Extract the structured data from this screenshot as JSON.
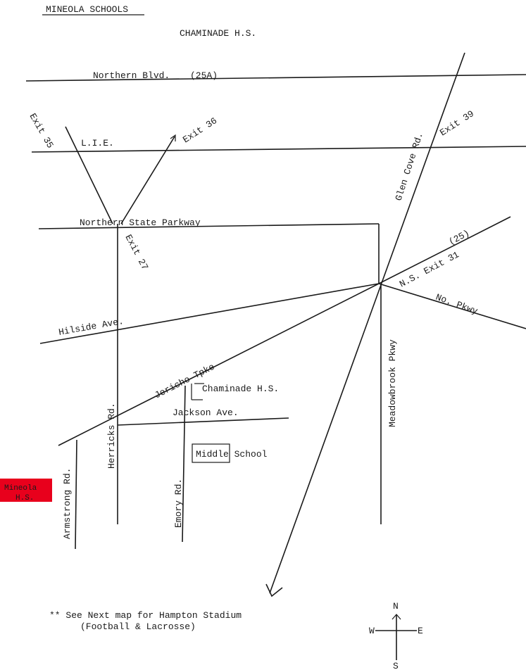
{
  "header": {
    "district": "MINEOLA SCHOOLS",
    "subtitle": "CHAMINADE H.S."
  },
  "roads": {
    "northern_blvd": "Northern Blvd.",
    "route_25a": "(25A)",
    "lie": "L.I.E.",
    "exit_35": "Exit 35",
    "exit_36": "Exit 36",
    "northern_state_parkway": "Northern State Parkway",
    "exit_27": "Exit 27",
    "glen_cove_rd": "Glen Cove Rd.",
    "exit_39": "Exit 39",
    "route_25": "(25)",
    "ns_exit_31": "N.S. Exit 31",
    "no_pkwy": "No. Pkwy",
    "hillside_ave": "Hilside Ave.",
    "jericho_tpke": "Jericho Tpke",
    "jackson_ave": "Jackson Ave.",
    "herricks_rd": "Herricks Rd.",
    "emory_rd": "Emory Rd.",
    "armstrong_rd": "Armstrong Rd.",
    "meadowbrook_pkwy": "Meadowbrook Pkwy"
  },
  "schools": {
    "chaminade": "Chaminade H.S.",
    "middle_school": "Middle School",
    "mineola_hs_line1": "Mineola",
    "mineola_hs_line2": "H.S."
  },
  "note": {
    "line1": "** See Next map for Hampton Stadium",
    "line2": "(Football & Lacrosse)"
  },
  "compass": {
    "n": "N",
    "s": "S",
    "e": "E",
    "w": "W"
  },
  "colors": {
    "ink": "#1a1a1a",
    "highlight": "#e8001c"
  }
}
